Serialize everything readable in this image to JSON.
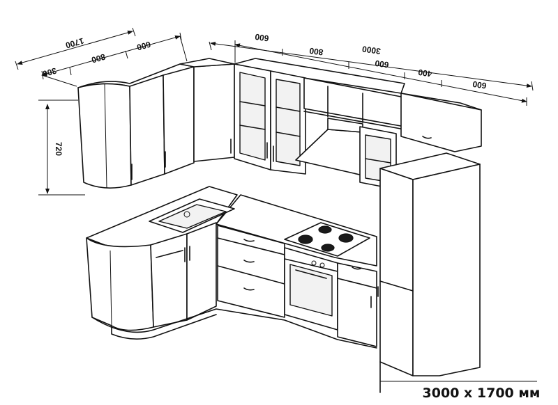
{
  "dimensions": {
    "total_right": "3000",
    "total_left": "1700",
    "r_600_a": "600",
    "r_800": "800",
    "r_600_b": "600",
    "r_400": "400",
    "r_600_c": "600",
    "l_300": "300",
    "l_800": "800",
    "l_600": "600",
    "height_720": "720"
  },
  "caption": "3000 x 1700 мм"
}
